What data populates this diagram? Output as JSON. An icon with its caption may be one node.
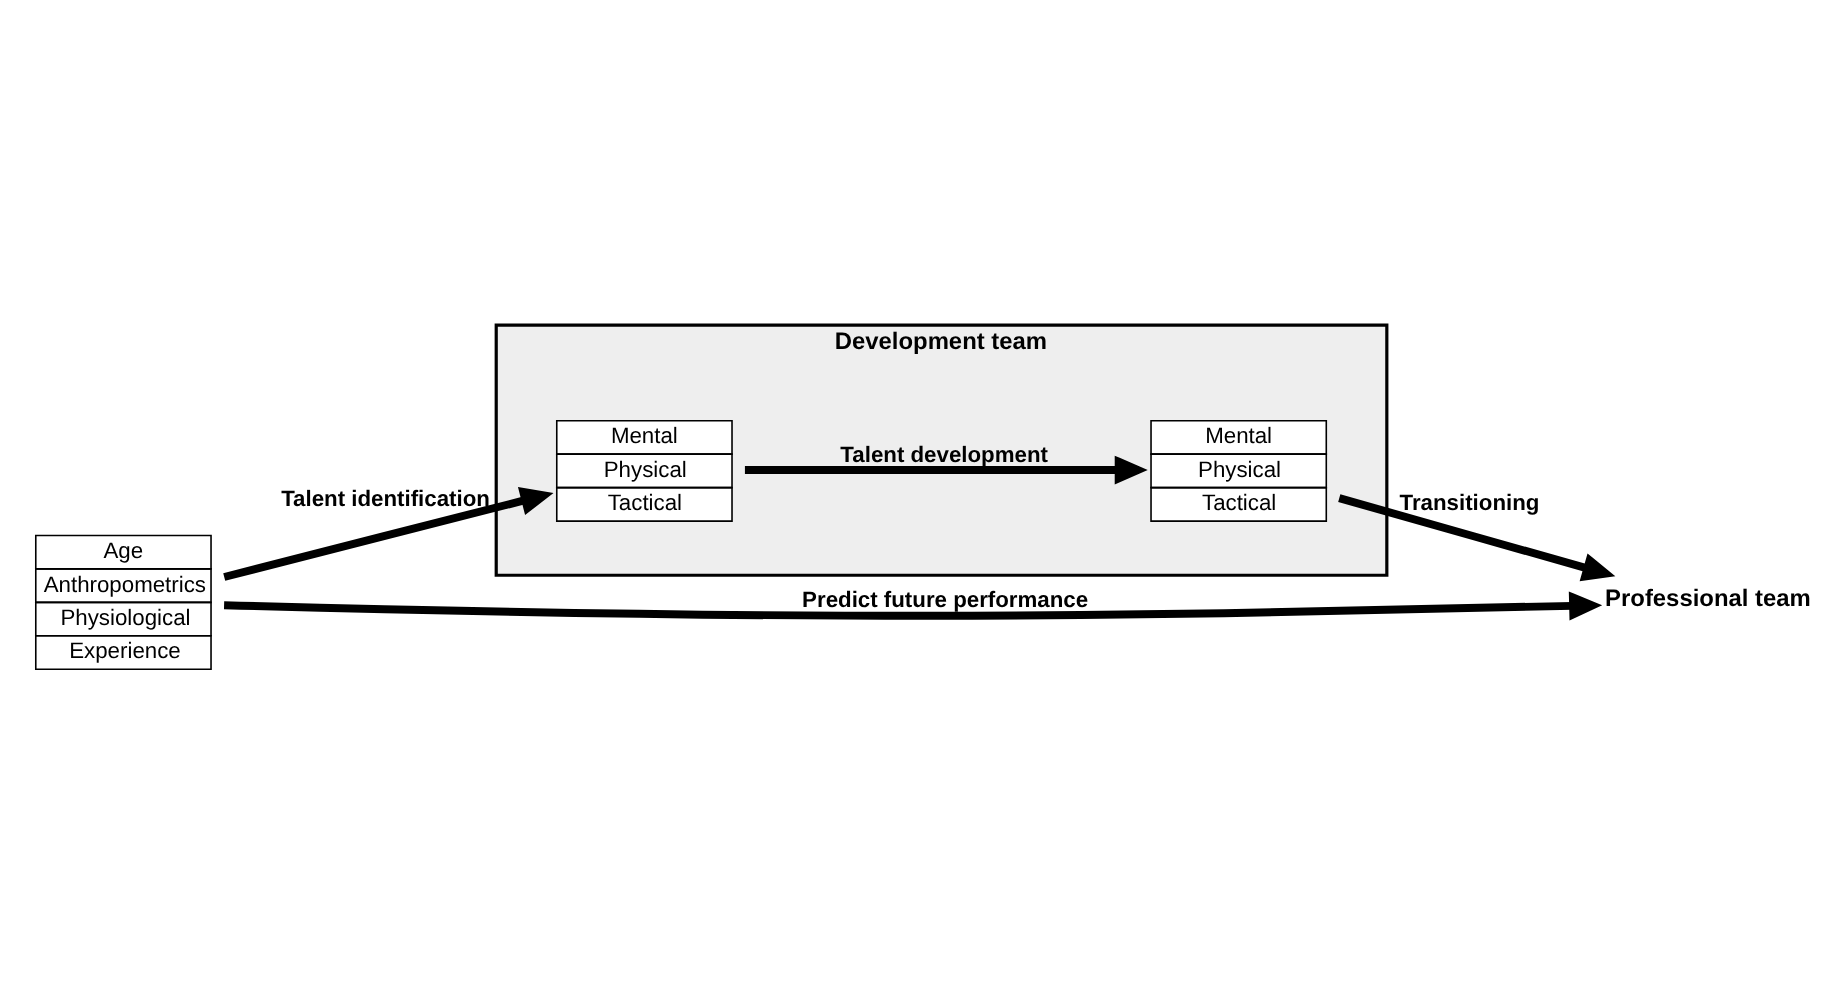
{
  "diagram": {
    "nodes": [
      {
        "text": [
          "Development team"
        ]
      },
      {
        "text": [
          "Age",
          "Anthropometrics",
          "Physiological",
          "Experience"
        ]
      },
      {
        "text": [
          "Mental",
          "Physical",
          "Tactical"
        ],
        "in": 0
      },
      {
        "text": [
          "Mental",
          "Physical",
          "Tactical"
        ],
        "in": 0
      },
      {
        "text": [
          "Professional team"
        ]
      }
    ],
    "edges": [
      {
        "from": 1,
        "to": 2,
        "arrow": "to",
        "label": "Talent identification"
      },
      {
        "from": 2,
        "to": 3,
        "arrow": "to",
        "label": "Talent development"
      },
      {
        "from": 3,
        "to": 4,
        "arrow": "to",
        "label": "Transitioning"
      },
      {
        "from": 1,
        "to": 4,
        "arrow": "to",
        "label": "Predict future performance"
      }
    ]
  }
}
